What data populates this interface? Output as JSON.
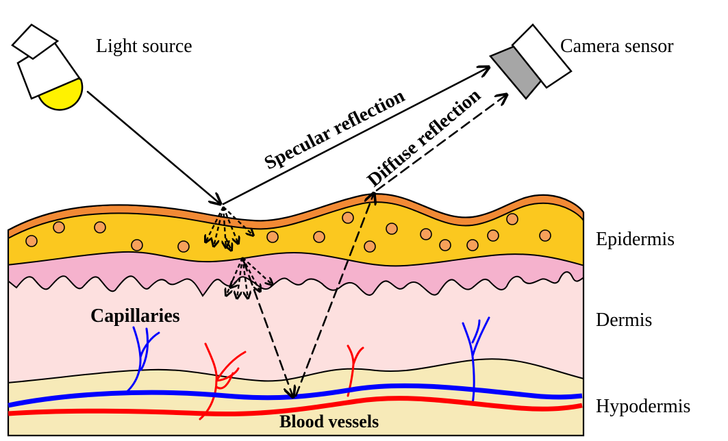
{
  "labels": {
    "light_source": "Light source",
    "camera_sensor": "Camera sensor",
    "specular_reflection": "Specular reflection",
    "diffuse_reflection": "Diffuse reflection",
    "epidermis": "Epidermis",
    "dermis": "Dermis",
    "hypodermis": "Hypodermis",
    "capillaries": "Capillaries",
    "blood_vessels": "Blood vessels"
  },
  "colors": {
    "epidermis_fill": "#fbc81f",
    "epidermis_top": "#f28a35",
    "papillary_fill": "#f5b2cd",
    "dermis_fill": "#fde0df",
    "hypodermis_fill": "#f7eab8",
    "cell_fill": "#f7a05a",
    "lamp_bulb": "#fff200",
    "sensor_lens": "#a6a6a6",
    "vein": "#0000ff",
    "artery": "#ff0000"
  }
}
